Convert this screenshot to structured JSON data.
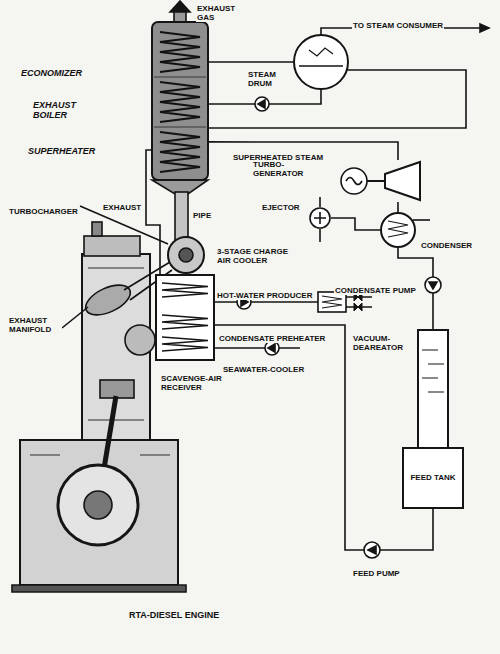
{
  "diagram": {
    "nodes": [
      {
        "text": [
          "ECONOMIZER",
          "EXHAUST BOILER",
          "SUPERHEATER"
        ]
      },
      {
        "text": [
          "STEAM DRUM"
        ]
      },
      {
        "text": [
          "TURBO-GENERATOR"
        ]
      },
      {
        "text": [
          "EJECTOR"
        ]
      },
      {
        "text": [
          "CONDENSER"
        ]
      },
      {
        "text": [
          "3-STAGE CHARGE AIR COOLER"
        ]
      },
      {
        "text": [
          "VACUUM-DEAREATOR"
        ]
      },
      {
        "text": [
          "FEED TANK"
        ]
      }
    ],
    "edges": [
      {
        "from": 0,
        "to": 1,
        "arrow": "none"
      },
      {
        "from": 0,
        "to": 2,
        "label": "SUPERHEATED STEAM",
        "arrow": "none"
      },
      {
        "from": 2,
        "to": 4,
        "arrow": "none"
      },
      {
        "from": 3,
        "to": 4,
        "arrow": "none"
      },
      {
        "from": 4,
        "to": 6,
        "label": "CONDENSATE PUMP",
        "arrow": "none"
      },
      {
        "from": 7,
        "to": 5,
        "arrow": "none"
      },
      {
        "from": 5,
        "to": 0,
        "arrow": "none"
      }
    ],
    "labels": [
      "EXHAUST GAS",
      "TO STEAM CONSUMER",
      "EXHAUST",
      "PIPE",
      "TURBOCHARGER",
      "HOT-WATER PRODUCER",
      "CONDENSATE PREHEATER",
      "EXHAUST MANIFOLD",
      "SEAWATER-COOLER",
      "SCAVENGE-AIR RECEIVER",
      "FEED PUMP",
      "RTA-DIESEL ENGINE"
    ]
  }
}
